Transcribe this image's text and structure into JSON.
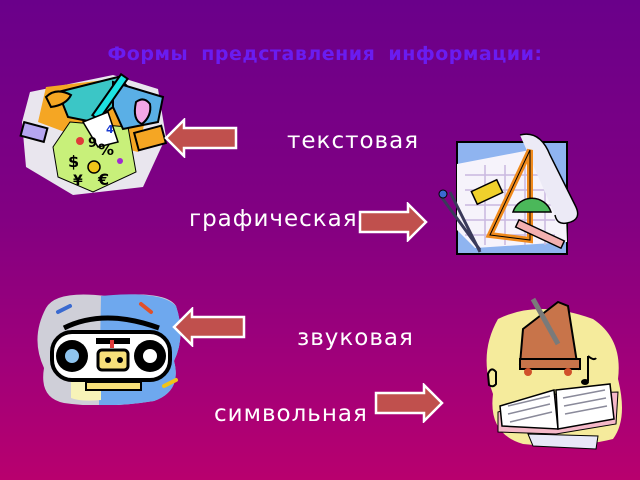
{
  "slide": {
    "title": "Формы представления информации:",
    "colors": {
      "background_top": "#6a008a",
      "background_bottom": "#b8006e",
      "title": "#6a1cf0",
      "label": "#ffffff",
      "arrow_fill": "#c0504d",
      "arrow_stroke": "#ffffff"
    },
    "items": [
      {
        "label": "текстовая",
        "icon": "book-with-numbers-clipart-icon",
        "arrow": "left"
      },
      {
        "label": "графическая",
        "icon": "drafting-tools-clipart-icon",
        "arrow": "right"
      },
      {
        "label": "звуковая",
        "icon": "boombox-clipart-icon",
        "arrow": "left"
      },
      {
        "label": "символьная",
        "icon": "metronome-sheet-music-clipart-icon",
        "arrow": "right"
      }
    ]
  }
}
